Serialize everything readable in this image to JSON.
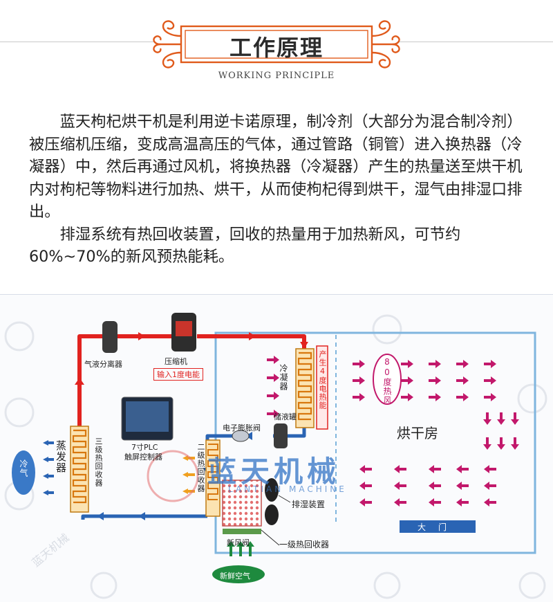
{
  "header": {
    "title": "工作原理",
    "subtitle": "WORKING PRINCIPLE"
  },
  "intro": {
    "paragraph1": "蓝天枸杞烘干机是利用逆卡诺原理，制冷剂（大部分为混合制冷剂）被压缩机压缩，变成高温高压的气体，通过管路（铜管）进入换热器（冷凝器）中，然后再通过风机，将换热器（冷凝器）产生的热量送至烘干机内对枸杞等物料进行加热、烘干，从而使枸杞得到烘干，湿气由排湿口排出。",
    "paragraph2": "排湿系统有热回收装置，回收的热量用于加热新风，可节约60%~70%的新风预热能耗。"
  },
  "diagram": {
    "separator": "气液分离器",
    "compressor": "压缩机",
    "power_in": "输入1度电能",
    "condenser": "冷凝器",
    "heat_out": "产生4度电热能",
    "receiver": "储液罐",
    "expansion_valve": "电子膨胀阀",
    "plc_line1": "7寸PLC",
    "plc_line2": "触屏控制器",
    "evaporator": "蒸发器",
    "cold_air": "冷气",
    "recovery3": "三级热回收器",
    "recovery2": "二级热回收器",
    "recovery1": "一级热回收器",
    "dehumid": "排湿装置",
    "drying_room": "烘干房",
    "hot_air": "80度热风",
    "door": "大门",
    "fresh_valve": "新风阀",
    "fresh_air": "新鲜空气",
    "brand": "蓝天机械",
    "brand_en": "LANTIAN MACHINE",
    "watermark": "蓝天机械"
  },
  "colors": {
    "hot_pipe": "#e1221f",
    "cold_pipe": "#2a64b4",
    "arrow_hot": "#c2186b",
    "arrow_cold": "#2a64b4",
    "coil": "#f0a020",
    "room_border": "#7fb5de",
    "brand_blue": "#3a79c7",
    "fresh_green": "#1e8a3e"
  }
}
